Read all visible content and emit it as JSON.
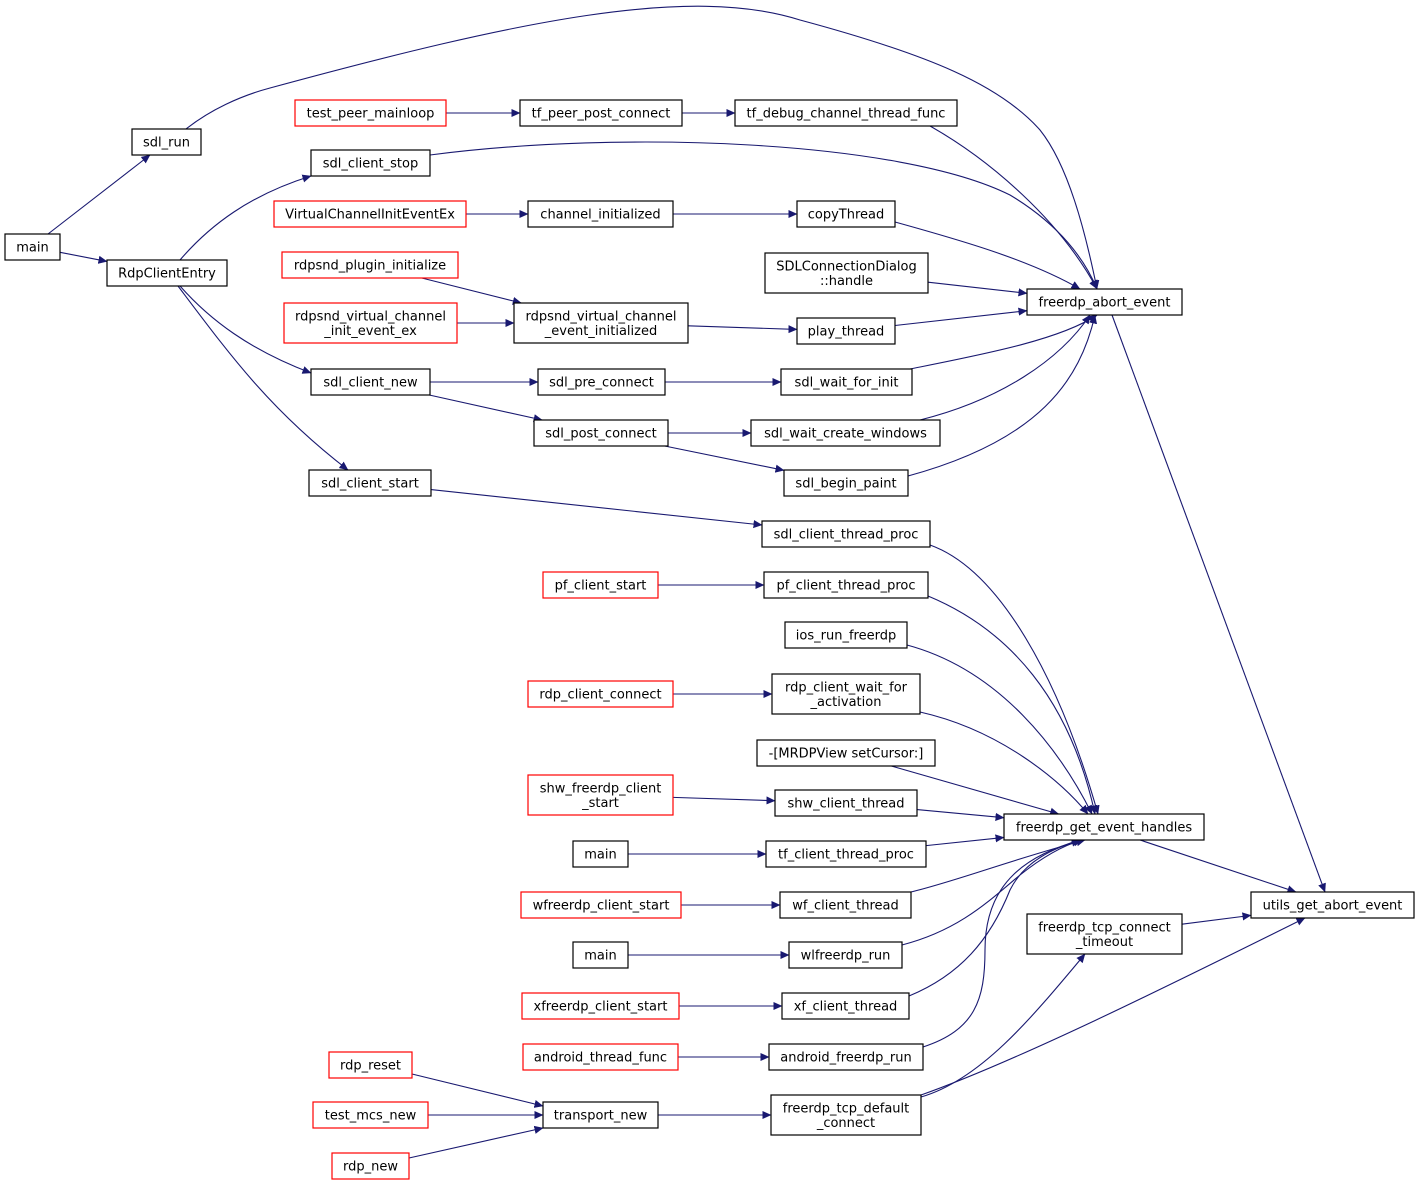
{
  "colors": {
    "edge": "#191970",
    "node_border": "#000000",
    "truncated_border": "#ff0000",
    "root_fill": "#bfbfbf"
  },
  "nodes": {
    "utils_get_abort_event": {
      "lines": [
        "utils_get_abort_event"
      ],
      "style": "root"
    },
    "freerdp_abort_event": {
      "lines": [
        "freerdp_abort_event"
      ],
      "style": "normal"
    },
    "freerdp_get_event_handles": {
      "lines": [
        "freerdp_get_event_handles"
      ],
      "style": "normal"
    },
    "freerdp_tcp_connect_timeout": {
      "lines": [
        "freerdp_tcp_connect",
        "_timeout"
      ],
      "style": "normal"
    },
    "freerdp_tcp_default_connect": {
      "lines": [
        "freerdp_tcp_default",
        "_connect"
      ],
      "style": "normal"
    },
    "transport_new": {
      "lines": [
        "transport_new"
      ],
      "style": "normal"
    },
    "rdp_reset": {
      "lines": [
        "rdp_reset"
      ],
      "style": "truncated"
    },
    "test_mcs_new": {
      "lines": [
        "test_mcs_new"
      ],
      "style": "truncated"
    },
    "rdp_new": {
      "lines": [
        "rdp_new"
      ],
      "style": "truncated"
    },
    "main_left": {
      "lines": [
        "main"
      ],
      "style": "normal"
    },
    "sdl_run": {
      "lines": [
        "sdl_run"
      ],
      "style": "normal"
    },
    "RdpClientEntry": {
      "lines": [
        "RdpClientEntry"
      ],
      "style": "normal"
    },
    "test_peer_mainloop": {
      "lines": [
        "test_peer_mainloop"
      ],
      "style": "truncated"
    },
    "tf_peer_post_connect": {
      "lines": [
        "tf_peer_post_connect"
      ],
      "style": "normal"
    },
    "tf_debug_channel_thread_func": {
      "lines": [
        "tf_debug_channel_thread_func"
      ],
      "style": "normal"
    },
    "sdl_client_stop": {
      "lines": [
        "sdl_client_stop"
      ],
      "style": "normal"
    },
    "VirtualChannelInitEventEx": {
      "lines": [
        "VirtualChannelInitEventEx"
      ],
      "style": "truncated"
    },
    "channel_initialized": {
      "lines": [
        "channel_initialized"
      ],
      "style": "normal"
    },
    "copyThread": {
      "lines": [
        "copyThread"
      ],
      "style": "normal"
    },
    "SDLConnectionDialog_handle": {
      "lines": [
        "SDLConnectionDialog",
        "::handle"
      ],
      "style": "normal"
    },
    "rdpsnd_plugin_initialize": {
      "lines": [
        "rdpsnd_plugin_initialize"
      ],
      "style": "truncated"
    },
    "rdpsnd_virtual_channel_init_event_ex": {
      "lines": [
        "rdpsnd_virtual_channel",
        "_init_event_ex"
      ],
      "style": "truncated"
    },
    "rdpsnd_virtual_channel_event_initialized": {
      "lines": [
        "rdpsnd_virtual_channel",
        "_event_initialized"
      ],
      "style": "normal"
    },
    "play_thread": {
      "lines": [
        "play_thread"
      ],
      "style": "normal"
    },
    "sdl_client_new": {
      "lines": [
        "sdl_client_new"
      ],
      "style": "normal"
    },
    "sdl_pre_connect": {
      "lines": [
        "sdl_pre_connect"
      ],
      "style": "normal"
    },
    "sdl_wait_for_init": {
      "lines": [
        "sdl_wait_for_init"
      ],
      "style": "normal"
    },
    "sdl_post_connect": {
      "lines": [
        "sdl_post_connect"
      ],
      "style": "normal"
    },
    "sdl_wait_create_windows": {
      "lines": [
        "sdl_wait_create_windows"
      ],
      "style": "normal"
    },
    "sdl_begin_paint": {
      "lines": [
        "sdl_begin_paint"
      ],
      "style": "normal"
    },
    "sdl_client_start": {
      "lines": [
        "sdl_client_start"
      ],
      "style": "normal"
    },
    "sdl_client_thread_proc": {
      "lines": [
        "sdl_client_thread_proc"
      ],
      "style": "normal"
    },
    "pf_client_start": {
      "lines": [
        "pf_client_start"
      ],
      "style": "truncated"
    },
    "pf_client_thread_proc": {
      "lines": [
        "pf_client_thread_proc"
      ],
      "style": "normal"
    },
    "ios_run_freerdp": {
      "lines": [
        "ios_run_freerdp"
      ],
      "style": "normal"
    },
    "rdp_client_connect": {
      "lines": [
        "rdp_client_connect"
      ],
      "style": "truncated"
    },
    "rdp_client_wait_for_activation": {
      "lines": [
        "rdp_client_wait_for",
        "_activation"
      ],
      "style": "normal"
    },
    "MRDPView_setCursor": {
      "lines": [
        "-[MRDPView setCursor:]"
      ],
      "style": "normal"
    },
    "shw_freerdp_client_start": {
      "lines": [
        "shw_freerdp_client",
        "_start"
      ],
      "style": "truncated"
    },
    "shw_client_thread": {
      "lines": [
        "shw_client_thread"
      ],
      "style": "normal"
    },
    "main_tf": {
      "lines": [
        "main"
      ],
      "style": "normal"
    },
    "tf_client_thread_proc": {
      "lines": [
        "tf_client_thread_proc"
      ],
      "style": "normal"
    },
    "wfreerdp_client_start": {
      "lines": [
        "wfreerdp_client_start"
      ],
      "style": "truncated"
    },
    "wf_client_thread": {
      "lines": [
        "wf_client_thread"
      ],
      "style": "normal"
    },
    "main_wl": {
      "lines": [
        "main"
      ],
      "style": "normal"
    },
    "wlfreerdp_run": {
      "lines": [
        "wlfreerdp_run"
      ],
      "style": "normal"
    },
    "xfreerdp_client_start": {
      "lines": [
        "xfreerdp_client_start"
      ],
      "style": "truncated"
    },
    "xf_client_thread": {
      "lines": [
        "xf_client_thread"
      ],
      "style": "normal"
    },
    "android_thread_func": {
      "lines": [
        "android_thread_func"
      ],
      "style": "truncated"
    },
    "android_freerdp_run": {
      "lines": [
        "android_freerdp_run"
      ],
      "style": "normal"
    }
  },
  "edges": [
    [
      "freerdp_abort_event",
      "utils_get_abort_event"
    ],
    [
      "freerdp_get_event_handles",
      "utils_get_abort_event"
    ],
    [
      "freerdp_tcp_connect_timeout",
      "utils_get_abort_event"
    ],
    [
      "freerdp_tcp_default_connect",
      "utils_get_abort_event"
    ],
    [
      "freerdp_tcp_default_connect",
      "freerdp_tcp_connect_timeout"
    ],
    [
      "transport_new",
      "freerdp_tcp_default_connect"
    ],
    [
      "rdp_reset",
      "transport_new"
    ],
    [
      "test_mcs_new",
      "transport_new"
    ],
    [
      "rdp_new",
      "transport_new"
    ],
    [
      "main_left",
      "sdl_run"
    ],
    [
      "main_left",
      "RdpClientEntry"
    ],
    [
      "sdl_run",
      "freerdp_abort_event"
    ],
    [
      "RdpClientEntry",
      "sdl_client_stop"
    ],
    [
      "RdpClientEntry",
      "sdl_client_new"
    ],
    [
      "RdpClientEntry",
      "sdl_client_start"
    ],
    [
      "test_peer_mainloop",
      "tf_peer_post_connect"
    ],
    [
      "tf_peer_post_connect",
      "tf_debug_channel_thread_func"
    ],
    [
      "tf_debug_channel_thread_func",
      "freerdp_abort_event"
    ],
    [
      "sdl_client_stop",
      "freerdp_abort_event"
    ],
    [
      "VirtualChannelInitEventEx",
      "channel_initialized"
    ],
    [
      "channel_initialized",
      "copyThread"
    ],
    [
      "copyThread",
      "freerdp_abort_event"
    ],
    [
      "SDLConnectionDialog_handle",
      "freerdp_abort_event"
    ],
    [
      "rdpsnd_plugin_initialize",
      "rdpsnd_virtual_channel_event_initialized"
    ],
    [
      "rdpsnd_virtual_channel_init_event_ex",
      "rdpsnd_virtual_channel_event_initialized"
    ],
    [
      "rdpsnd_virtual_channel_event_initialized",
      "play_thread"
    ],
    [
      "play_thread",
      "freerdp_abort_event"
    ],
    [
      "sdl_client_new",
      "sdl_pre_connect"
    ],
    [
      "sdl_client_new",
      "sdl_post_connect"
    ],
    [
      "sdl_pre_connect",
      "sdl_wait_for_init"
    ],
    [
      "sdl_wait_for_init",
      "freerdp_abort_event"
    ],
    [
      "sdl_post_connect",
      "sdl_wait_create_windows"
    ],
    [
      "sdl_post_connect",
      "sdl_begin_paint"
    ],
    [
      "sdl_wait_create_windows",
      "freerdp_abort_event"
    ],
    [
      "sdl_begin_paint",
      "freerdp_abort_event"
    ],
    [
      "sdl_client_start",
      "sdl_client_thread_proc"
    ],
    [
      "sdl_client_thread_proc",
      "freerdp_get_event_handles"
    ],
    [
      "pf_client_start",
      "pf_client_thread_proc"
    ],
    [
      "pf_client_thread_proc",
      "freerdp_get_event_handles"
    ],
    [
      "ios_run_freerdp",
      "freerdp_get_event_handles"
    ],
    [
      "rdp_client_connect",
      "rdp_client_wait_for_activation"
    ],
    [
      "rdp_client_wait_for_activation",
      "freerdp_get_event_handles"
    ],
    [
      "MRDPView_setCursor",
      "freerdp_get_event_handles"
    ],
    [
      "shw_freerdp_client_start",
      "shw_client_thread"
    ],
    [
      "shw_client_thread",
      "freerdp_get_event_handles"
    ],
    [
      "main_tf",
      "tf_client_thread_proc"
    ],
    [
      "tf_client_thread_proc",
      "freerdp_get_event_handles"
    ],
    [
      "wfreerdp_client_start",
      "wf_client_thread"
    ],
    [
      "wf_client_thread",
      "freerdp_get_event_handles"
    ],
    [
      "main_wl",
      "wlfreerdp_run"
    ],
    [
      "wlfreerdp_run",
      "freerdp_get_event_handles"
    ],
    [
      "xfreerdp_client_start",
      "xf_client_thread"
    ],
    [
      "xf_client_thread",
      "freerdp_get_event_handles"
    ],
    [
      "android_thread_func",
      "android_freerdp_run"
    ],
    [
      "android_freerdp_run",
      "freerdp_get_event_handles"
    ]
  ]
}
